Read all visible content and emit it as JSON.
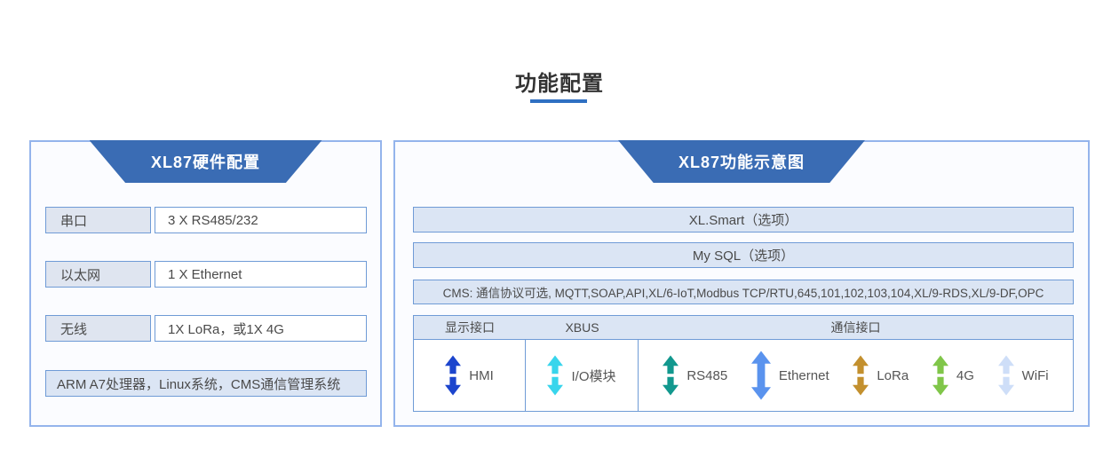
{
  "page": {
    "title": "功能配置"
  },
  "colors": {
    "banner_blue": "#3a6cb4",
    "panel_border": "#94b4ec",
    "box_border": "#6f9bd6",
    "label_fill": "#dfe5f0",
    "bar_fill": "#dbe5f4",
    "title_underline": "#2f70c2"
  },
  "left_panel": {
    "title": "XL87硬件配置",
    "rows": [
      {
        "label": "串口",
        "value": "3 X RS485/232"
      },
      {
        "label": "以太网",
        "value": "1 X Ethernet"
      },
      {
        "label": "无线",
        "value": "1X LoRa，或1X 4G"
      }
    ],
    "footer": "ARM A7处理器，Linux系统，CMS通信管理系统"
  },
  "right_panel": {
    "title": "XL87功能示意图",
    "bars": [
      "XL.Smart（选项）",
      "My SQL（选项）",
      "CMS: 通信协议可选, MQTT,SOAP,API,XL/6-IoT,Modbus TCP/RTU,645,101,102,103,104,XL/9-RDS,XL/9-DF,OPC"
    ],
    "table": {
      "headers": [
        "显示接口",
        "XBUS",
        "通信接口"
      ],
      "cells": [
        {
          "items": [
            {
              "label": "HMI",
              "color": "#1c45cd",
              "style": "gap"
            }
          ]
        },
        {
          "items": [
            {
              "label": "I/O模块",
              "color": "#38d5ec",
              "style": "gap"
            }
          ]
        },
        {
          "items": [
            {
              "label": "RS485",
              "color": "#12988e",
              "style": "gap"
            },
            {
              "label": "Ethernet",
              "color": "#5a93ee",
              "style": "solid"
            },
            {
              "label": "LoRa",
              "color": "#c3902e",
              "style": "gap"
            },
            {
              "label": "4G",
              "color": "#80c649",
              "style": "gap"
            },
            {
              "label": "WiFi",
              "color": "#cedef8",
              "style": "gap"
            }
          ]
        }
      ]
    }
  }
}
